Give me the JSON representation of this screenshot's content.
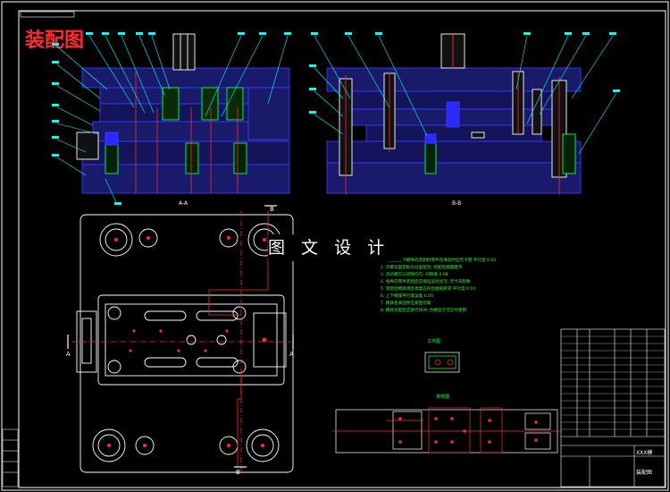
{
  "title": "装配图",
  "watermark": "图 文 设 计",
  "section_labels": {
    "left_section": "A-A",
    "right_section": "B-B"
  },
  "cut_marks": {
    "a_left": "A",
    "a_right": "A",
    "b_top": "B",
    "b_bottom": "B"
  },
  "notes": [
    "1. 装配后上下模导向及卸料零件在滑动时应无卡阻 平行度 0.05",
    "2. 凸模与固定板为过盈配合, 装配后端面磨平",
    "3. 凸凹模刃口间隙均匀, 间隙值 0.08",
    "4. 各导向零件装配后应保证运动灵活, 无卡滞现象",
    "5. 装配后模具闭合高度应符合图纸要求 平行度 0.04",
    "6. 上下模座平行度误差 0.05",
    "7. 模具各紧固件应紧固可靠",
    "8. 模具装配后应进行试冲, 合格后方可交付使用"
  ],
  "strip_label": "排样图",
  "part_label": "工件图",
  "title_block": {
    "name": "XXX模",
    "drawing": "装配图"
  },
  "colors": {
    "line": "#3a3aff",
    "red": "#ff2a2a",
    "cyan": "#00ffff",
    "white": "#ffffff",
    "green": "#2aff2a"
  }
}
